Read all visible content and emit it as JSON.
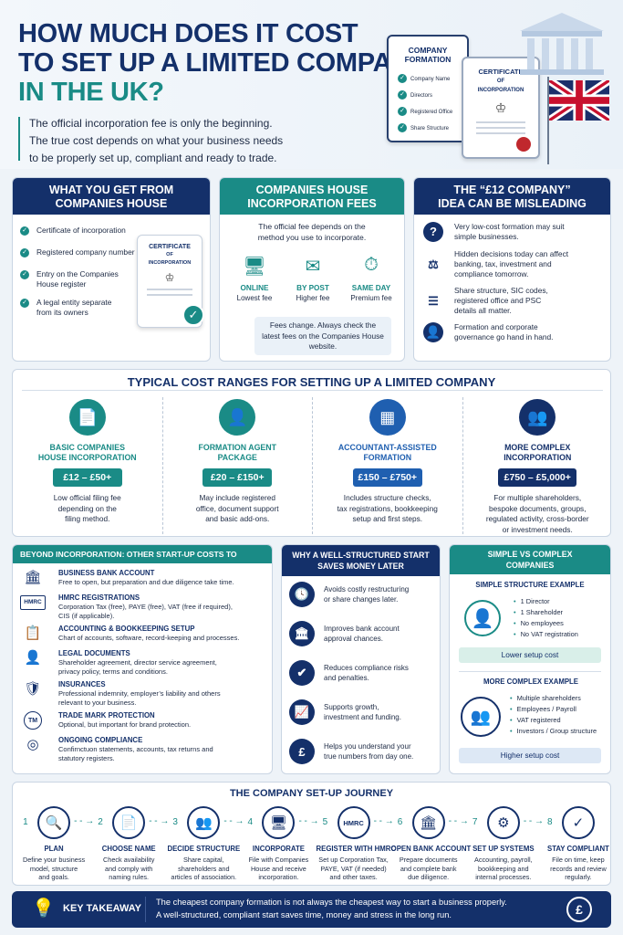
{
  "header": {
    "title_line1": "HOW MUCH DOES IT COST",
    "title_line2": "TO SET UP A LIMITED COMPANY",
    "title_line3": "IN THE UK?",
    "intro_line1": "The official incorporation fee is only the beginning.",
    "intro_line2": "The true cost depends on what your business needs",
    "intro_line3": "to be properly set up, compliant and ready to trade.",
    "formation_doc": {
      "title1": "COMPANY",
      "title2": "FORMATION",
      "items": [
        "Company Name",
        "Directors",
        "Registered Office",
        "Share Structure"
      ]
    },
    "certificate": {
      "title1": "CERTIFICATE",
      "title2": "OF",
      "title3": "INCORPORATION"
    }
  },
  "card1": {
    "title1": "WHAT YOU GET FROM",
    "title2": "COMPANIES HOUSE",
    "items": [
      [
        "Certificate of incorporation"
      ],
      [
        "Registered company number"
      ],
      [
        "Entry on the Companies",
        "House register"
      ],
      [
        "A legal entity separate",
        "from its owners"
      ]
    ],
    "cert1": "CERTIFICATE",
    "cert2": "OF",
    "cert3": "INCORPORATION"
  },
  "card2": {
    "title1": "COMPANIES HOUSE",
    "title2": "INCORPORATION FEES",
    "desc1": "The official fee depends on the",
    "desc2": "method you use to incorporate.",
    "methods": [
      {
        "label": "ONLINE",
        "sub": "Lowest fee",
        "icon": "monitor-icon"
      },
      {
        "label": "BY POST",
        "sub": "Higher fee",
        "icon": "envelope-icon"
      },
      {
        "label": "SAME DAY",
        "sub": "Premium fee",
        "icon": "stopwatch-icon"
      }
    ],
    "note1": "Fees change. Always check the",
    "note2": "latest fees on the Companies House",
    "note3": "website."
  },
  "card3": {
    "title1": "THE “£12 COMPANY”",
    "title2": "IDEA CAN BE MISLEADING",
    "items": [
      {
        "icon": "question-icon",
        "lines": [
          "Very low-cost formation may suit",
          "simple businesses."
        ]
      },
      {
        "icon": "scales-icon",
        "lines": [
          "Hidden decisions today can affect",
          "banking, tax, investment and",
          "compliance tomorrow."
        ]
      },
      {
        "icon": "checklist-icon",
        "lines": [
          "Share structure, SIC codes,",
          "registered office and PSC",
          "details all matter."
        ]
      },
      {
        "icon": "person-icon",
        "lines": [
          "Formation and corporate",
          "governance go hand in hand."
        ]
      }
    ]
  },
  "ranges": {
    "title": "TYPICAL COST RANGES FOR SETTING UP A LIMITED COMPANY",
    "items": [
      {
        "name1": "BASIC COMPANIES",
        "name2": "HOUSE INCORPORATION",
        "price": "£12 – £50+",
        "desc": [
          "Low official filing fee",
          "depending on the",
          "filing method."
        ],
        "color": "#1a8b86",
        "icon": "document-icon"
      },
      {
        "name1": "FORMATION AGENT",
        "name2": "PACKAGE",
        "price": "£20 – £150+",
        "desc": [
          "May include registered",
          "office, document support",
          "and basic add-ons."
        ],
        "color": "#1a8b86",
        "icon": "person-icon"
      },
      {
        "name1": "ACCOUNTANT-ASSISTED",
        "name2": "FORMATION",
        "price": "£150 – £750+",
        "desc": [
          "Includes structure checks,",
          "tax registrations, bookkeeping",
          "setup and first steps."
        ],
        "color": "#1f5fb0",
        "icon": "calculator-icon"
      },
      {
        "name1": "MORE COMPLEX",
        "name2": "INCORPORATION",
        "price": "£750 – £5,000+",
        "desc": [
          "For multiple shareholders,",
          "bespoke documents, groups,",
          "regulated activity, cross-border",
          "or investment needs."
        ],
        "color": "#14306a",
        "icon": "group-icon"
      }
    ]
  },
  "beyond": {
    "title": "BEYOND INCORPORATION: OTHER START-UP COSTS TO CONSIDER",
    "items": [
      {
        "icon": "bank-icon",
        "title": "BUSINESS BANK ACCOUNT",
        "lines": [
          "Free to open, but preparation and due diligence take time."
        ]
      },
      {
        "icon": "hmrc-icon",
        "icon_text": "HMRC",
        "title": "HMRC REGISTRATIONS",
        "lines": [
          "Corporation Tax (free), PAYE (free), VAT (free if required),",
          "CIS (if applicable)."
        ]
      },
      {
        "icon": "clipboard-icon",
        "title": "ACCOUNTING & BOOKKEEPING SETUP",
        "lines": [
          "Chart of accounts, software, record-keeping and processes."
        ]
      },
      {
        "icon": "person-icon",
        "title": "LEGAL DOCUMENTS",
        "lines": [
          "Shareholder agreement, director service agreement,",
          "privacy policy, terms and conditions."
        ]
      },
      {
        "icon": "shield-icon",
        "title": "INSURANCES",
        "lines": [
          "Professional indemnity, employer’s liability and others",
          "relevant to your business."
        ]
      },
      {
        "icon": "trademark-icon",
        "icon_text": "TM",
        "title": "TRADE MARK PROTECTION",
        "lines": [
          "Optional, but important for brand protection."
        ]
      },
      {
        "icon": "coins-icon",
        "title": "ONGOING COMPLIANCE",
        "lines": [
          "Confirnctuon statements, accounts, tax returns and",
          "statutory registers."
        ]
      }
    ]
  },
  "why": {
    "title1": "WHY A WELL-STRUCTURED START",
    "title2": "SAVES MONEY LATER",
    "items": [
      {
        "icon": "clock-icon",
        "lines": [
          "Avoids costly restructuring",
          "or share changes later."
        ]
      },
      {
        "icon": "bank-icon",
        "lines": [
          "Improves bank account",
          "approval chances."
        ]
      },
      {
        "icon": "shield-check-icon",
        "lines": [
          "Reduces compliance risks",
          "and penalties."
        ]
      },
      {
        "icon": "growth-chart-icon",
        "lines": [
          "Supports growth,",
          "investment and funding."
        ]
      },
      {
        "icon": "pound-icon",
        "icon_text": "£",
        "lines": [
          "Helps you understand your",
          "true numbers from day one."
        ]
      }
    ]
  },
  "simple": {
    "title1": "SIMPLE VS COMPLEX",
    "title2": "COMPANIES",
    "simple_title": "SIMPLE STRUCTURE EXAMPLE",
    "simple_items": [
      "1 Director",
      "1 Shareholder",
      "No employees",
      "No VAT registration"
    ],
    "simple_cost": "Lower setup cost",
    "complex_title": "MORE COMPLEX EXAMPLE",
    "complex_items": [
      "Multiple shareholders",
      "Employees / Payroll",
      "VAT registered",
      "Investors / Group structure"
    ],
    "complex_cost": "Higher setup cost"
  },
  "journey": {
    "title": "THE COMPANY SET-UP JOURNEY",
    "steps": [
      {
        "num": "1",
        "icon": "magnifier-icon",
        "title": "PLAN",
        "desc": [
          "Define your business",
          "model, structure",
          "and goals."
        ]
      },
      {
        "num": "2",
        "icon": "document-icon",
        "title": "CHOOSE NAME",
        "desc": [
          "Check availability",
          "and comply with",
          "naming rules."
        ]
      },
      {
        "num": "3",
        "icon": "group-icon",
        "title": "DECIDE STRUCTURE",
        "desc": [
          "Share capital,",
          "shareholders and",
          "articles of association."
        ]
      },
      {
        "num": "4",
        "icon": "monitor-icon",
        "title": "INCORPORATE",
        "desc": [
          "File with Companies",
          "House and receive",
          "incorporation."
        ]
      },
      {
        "num": "5",
        "icon": "hmrc-icon",
        "icon_text": "HMRC",
        "title": "REGISTER WITH HMRC",
        "desc": [
          "Set up Corporation Tax,",
          "PAYE, VAT (if needed)",
          "and other taxes."
        ]
      },
      {
        "num": "6",
        "icon": "bank-icon",
        "title": "OPEN BANK ACCOUNT",
        "desc": [
          "Prepare documents",
          "and complete bank",
          "due diligence."
        ]
      },
      {
        "num": "7",
        "icon": "gear-icon",
        "title": "SET UP SYSTEMS",
        "desc": [
          "Accounting, payroll,",
          "bookkeeping and",
          "internal processes."
        ]
      },
      {
        "num": "8",
        "icon": "check-circle-icon",
        "title": "STAY COMPLIANT",
        "desc": [
          "File on time, keep",
          "records and review",
          "regularly."
        ]
      }
    ]
  },
  "takeaway": {
    "label": "KEY TAKEAWAY",
    "line1": "The cheapest company formation is not always the cheapest way to start a business properly.",
    "line2": "A well-structured, compliant start saves time, money and stress in the long run."
  }
}
